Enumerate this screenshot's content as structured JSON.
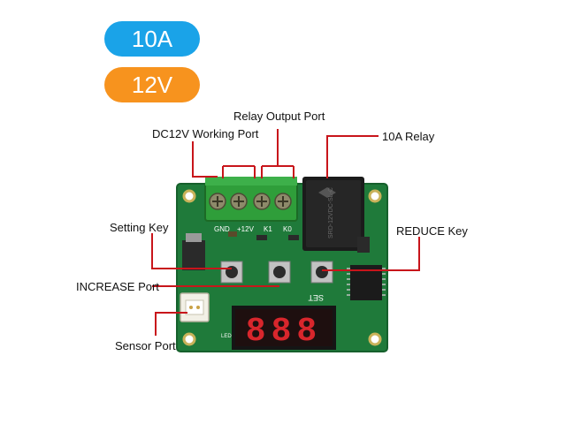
{
  "badges": {
    "current": {
      "label": "10A",
      "color": "#1aa3e8"
    },
    "voltage": {
      "label": "12V",
      "color": "#f7931e"
    }
  },
  "callouts": {
    "relay_output_port": "Relay Output Port",
    "dc12v_working_port": "DC12V Working Port",
    "relay_10a": "10A Relay",
    "setting_key": "Setting Key",
    "reduce_key": "REDUCE Key",
    "increase_port": "INCREASE Port",
    "sensor_port": "Sensor Port"
  },
  "board": {
    "terminal_labels": [
      "GND",
      "+12V",
      "K1",
      "K0"
    ],
    "relay_marking": "SRD-12VDC-SL-C",
    "set_label": "SET",
    "display_digits": "888",
    "led_label": "LED",
    "colors": {
      "pcb": "#1f7a3a",
      "terminal": "#2f9e3a",
      "relay": "#1b1b1b",
      "display_red": "#d8262c",
      "leader": "#c8151b"
    }
  }
}
